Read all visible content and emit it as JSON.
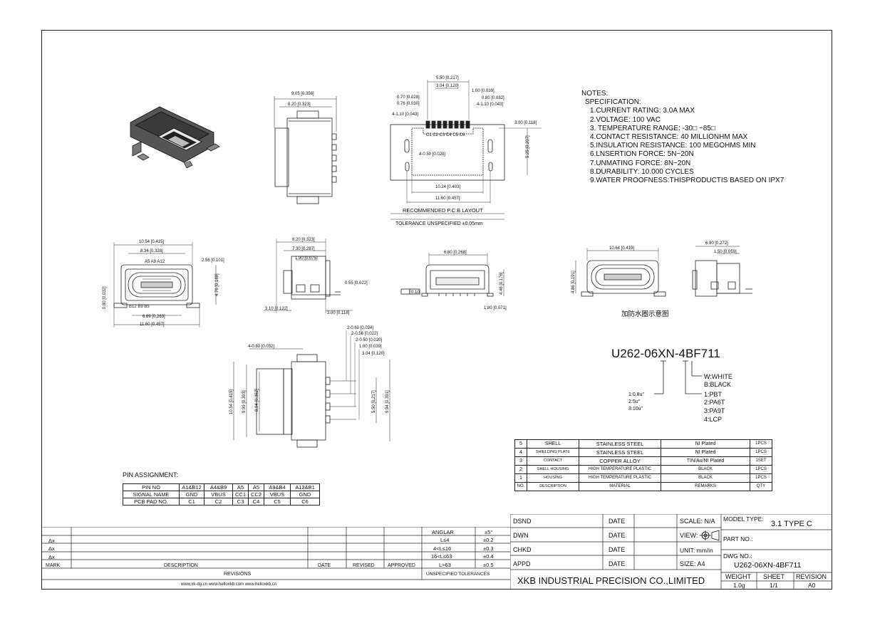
{
  "drawing": {
    "dims_top": {
      "overall_width": "9.05 [0.356]",
      "inner_width": "8.20 [0.323]"
    },
    "pcb": {
      "d1": "5.50 [0.217]",
      "d2": "3.04 [0.120]",
      "d3": "1.00 [0.039]",
      "d4": "0.70 [0.028]",
      "d5": "0.80 [0.032]",
      "d6": "0.76 [0.030]",
      "d7": "4-1.10 [0.043]",
      "d8": "4-1.10 [0.043]",
      "d9": "3.00 [0.118]",
      "d10": "5.25 [0.207]",
      "d11": "4-0.50 [0.020]",
      "d12": "10.24 [0.403]",
      "d13": "11.60 [0.457]",
      "pins": "C1  C2 C3 C4 C5 C6",
      "caption": "RECOMMENDED  P.C.B  LAYOUT",
      "tolerance": "TOLERANCE  UNSPECIFIED  ±0.05mm"
    },
    "front": {
      "d1": "10.54 [0.415]",
      "d2": "8.34 [0.328]",
      "d3": "2.56 [0.101]",
      "d4": "4.76 [0.188]",
      "d5": "0.80 [0.032]",
      "d6": "6.69 [0.263]",
      "d7": "11.60 [0.457]",
      "top_pins": "A5    A9   A12",
      "bottom_pins": "B12  B9     B5"
    },
    "side": {
      "d1": "8.20 [0.323]",
      "d2": "7.30 [0.287]",
      "d3": "1.90 [0.075]",
      "d4": "0.55 [0.022]",
      "d5": "3.10 [0.122]",
      "d6": "3.00 [0.118]"
    },
    "housing": {
      "d1": "6.80 [0.268]",
      "d2": "4.46 [0.176]",
      "d3": "1.80 [0.071]",
      "flat": "0.10"
    },
    "waterproof": {
      "d1": "10.64 [0.419]",
      "d2": "4.86 [0.191]",
      "d3": "6.90 [0.272]",
      "d4": "1.50 [0.059]",
      "caption": "加防水圈示意图"
    },
    "bottom": {
      "d1": "4-0.80 [0.032]",
      "d2": "2-0.60 [0.024]",
      "d3": "2-0.56 [0.022]",
      "d4": "2-0.50 [0.020]",
      "d5": "1.00 [0.039]",
      "d6": "3.04 [0.120]",
      "d7": "10.54 [0.415]",
      "d8": "9.99 [0.393]",
      "d9": "8.94 [0.352]",
      "d10": "5.50 [0.217]",
      "d11": "9.94 [0.391]"
    }
  },
  "notes": {
    "title": "NOTES:",
    "subtitle": "SPECIFICATION:",
    "items": [
      "1.CURRENT RATING: 3.0A MAX",
      "2.VOLTAGE: 100 VAC",
      "3. TEMPERATURE RANGE: -30□ ~85□",
      "4.CONTACT RESISTANCE: 40 MILLIONHM MAX",
      "5.INSULATION RESISTANCE: 100 MEGOHMS MIN",
      "6.LNSERTION FORCE: 5N~20N",
      "7.UNMATING FORCE: 8N~20N",
      "8.DURABILITY: 10.000 CYCLES",
      "9.WATER PROOFNESS:THISPRODUCTIS BASED ON IPX7"
    ]
  },
  "part_code": {
    "code": "U262-06XN-4BF711",
    "color_options": [
      "W:WHITE",
      "B:BLACK"
    ],
    "material_options": [
      "1:PBT",
      "2:PA6T",
      "3:PA9T",
      "4:LCP"
    ],
    "plating_options": [
      "1:0.8u\"",
      "2:5u\"",
      "3:10u\""
    ]
  },
  "bom": {
    "rows": [
      [
        "5",
        "SHELL",
        "STAINLESS  STEEL",
        "NI  Plated",
        "1PCS"
      ],
      [
        "4",
        "SHIELDING PLATE",
        "STAINLESS  STEEL",
        "NI  Plated",
        "1PCS"
      ],
      [
        "3",
        "CONTACT",
        "COPPER  ALLOY",
        "TIN/Au/NI  Plated",
        "1SET"
      ],
      [
        "2",
        "SHELL  HOUSING",
        "HIGH  TEMPERATURE  PLASTIC",
        "BLACK",
        "1PCS"
      ],
      [
        "1",
        "HOUSING",
        "HIGH  TEMPERATURE  PLASTIC",
        "BLACK",
        "1PCS"
      ]
    ],
    "header": [
      "NO.",
      "DESCRIPTION",
      "MATERIAL",
      "REMARKS",
      "QTY"
    ]
  },
  "pin_assignment": {
    "title": "PIN  ASSIGNMENT:",
    "rows": [
      [
        "PIN  NO",
        "A1&B12",
        "A4&B9",
        "A5",
        "A5",
        "A9&B4",
        "A12&B1"
      ],
      [
        "SIGNAL  NAME",
        "GND",
        "VBUS",
        "CC1",
        "CC2",
        "VBUS",
        "GND"
      ],
      [
        "PCB  PAD  NO.",
        "C1",
        "C2",
        "C3",
        "C4",
        "C5",
        "C6"
      ]
    ]
  },
  "revisions": {
    "marks": [
      "Δx",
      "Δx",
      "Δx"
    ],
    "header": {
      "mark": "MARK",
      "description": "DESCRIPTION",
      "date": "DATE",
      "revised": "REVISED",
      "approved": "APPROVED"
    },
    "footer": "REVISIONS",
    "websites": "www.xk-dg.cn   www.helloxkb.com   www.helloxkb.cn"
  },
  "tolerances": {
    "rows": [
      [
        "ANGLAR",
        "±5°"
      ],
      [
        "L≤4",
        "±0.2"
      ],
      [
        "4<L≤16",
        "±0.3"
      ],
      [
        "16<L≤63",
        "±0.4"
      ],
      [
        "L>63",
        "±0.5"
      ]
    ],
    "footer": "UNSPECIFIED TOLERANCES"
  },
  "title_block": {
    "dsnd": "DSND",
    "dwn": "DWN",
    "chkd": "CHKD",
    "appd": "APPD",
    "date": "DATE",
    "scale": "SCALE: N/A",
    "view": "VIEW:",
    "unit": "UNIT: mm/in",
    "size": "SIZE: A4",
    "model_type_label": "MODEL TYPE:",
    "model_type": "3.1 TYPE C",
    "part_no_label": "PART NO.:",
    "dwg_no_label": "DWG NO.:",
    "dwg_no": "U262-06XN-4BF711",
    "company": "XKB INDUSTRIAL PRECISION CO.,LIMITED",
    "weight_label": "WEIGHT",
    "weight": "1.0g",
    "sheet_label": "SHEET",
    "sheet": "1/1",
    "revision_label": "REVISION",
    "revision": "A0"
  }
}
